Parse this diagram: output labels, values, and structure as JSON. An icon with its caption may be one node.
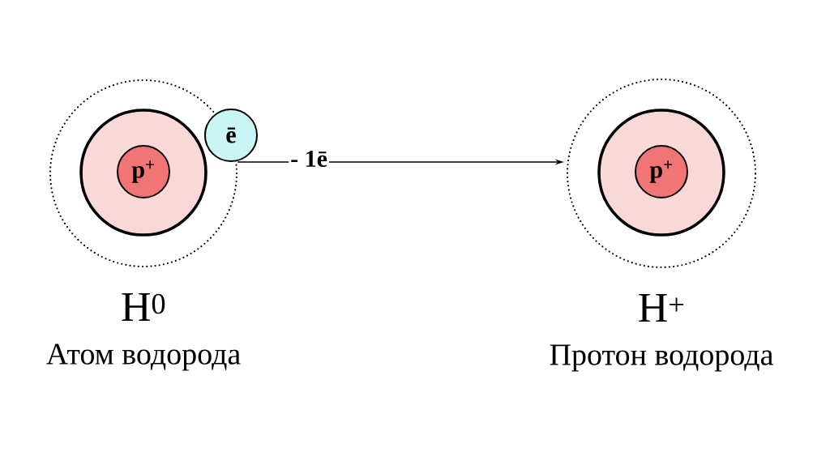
{
  "diagram": {
    "nodes": [
      {
        "text": [],
        "shape": "circle",
        "beside": [
          "H$^{0}$",
          "Атом водорода"
        ]
      },
      {
        "text": [],
        "shape": "circle",
        "in": 0
      },
      {
        "text": [
          "p$^{+}$"
        ],
        "in": 1
      },
      {
        "text": [
          "ē"
        ]
      },
      {
        "text": [],
        "shape": "circle",
        "beside": [
          "H$^{+}$",
          "Протон водорода"
        ]
      },
      {
        "text": [],
        "shape": "circle",
        "in": 4
      },
      {
        "text": [
          "p$^{+}$"
        ],
        "in": 5
      }
    ],
    "edges": [
      {
        "from": 0,
        "to": 4,
        "arrow": "to",
        "label": "- 1ē"
      }
    ]
  }
}
